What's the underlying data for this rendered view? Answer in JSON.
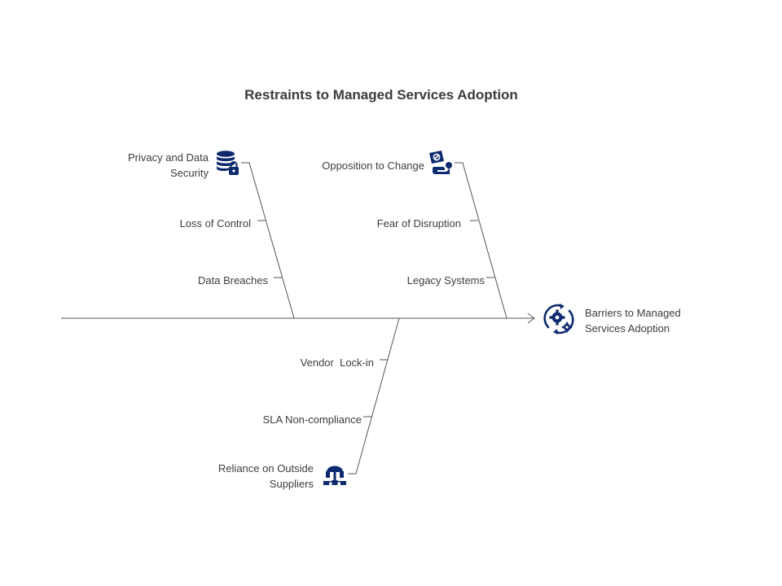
{
  "title": "Restraints to Managed Services Adoption",
  "effect": {
    "label_line1": "Barriers to Managed",
    "label_line2": "Services Adoption",
    "icon": "gears-cycle-icon"
  },
  "categories": [
    {
      "name_line1": "Privacy and Data",
      "name_line2": "Security",
      "icon": "database-lock-icon",
      "causes": [
        "Loss of Control",
        "Data Breaches"
      ]
    },
    {
      "name_line1": "Opposition to Change",
      "name_line2": "",
      "icon": "hand-block-icon",
      "causes": [
        "Fear of Disruption",
        "Legacy Systems"
      ]
    },
    {
      "name_line1": "Reliance on Outside",
      "name_line2": "Suppliers",
      "icon": "supplier-network-icon",
      "causes": [
        "Vendor  Lock-in",
        "SLA Non-compliance"
      ]
    }
  ],
  "colors": {
    "icon": "#0d2a6e",
    "line": "#555555",
    "text": "#3d3d3d"
  }
}
